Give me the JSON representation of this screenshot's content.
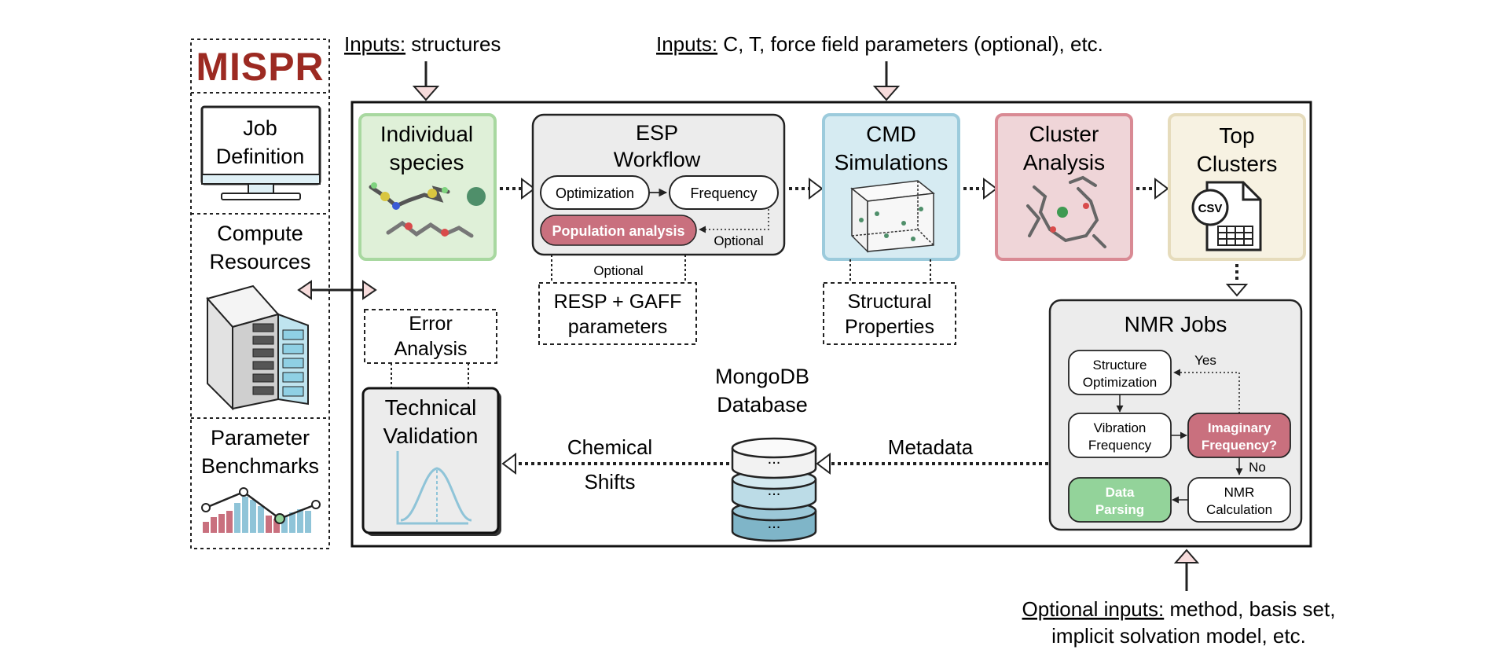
{
  "sidebar": {
    "logo_text": "MISPR",
    "job_definition": [
      "Job",
      "Definition"
    ],
    "compute_resources": [
      "Compute",
      "Resources"
    ],
    "parameter_benchmarks": [
      "Parameter",
      "Benchmarks"
    ]
  },
  "inputs_top_left": {
    "label": "Inputs:",
    "text": " structures"
  },
  "inputs_top_right": {
    "label": "Inputs:",
    "text": " C, T, force field parameters (optional), etc."
  },
  "optional_inputs": {
    "label": "Optional inputs:",
    "text": " method, basis set,",
    "line2": "implicit solvation model, etc."
  },
  "individual_species": [
    "Individual",
    "species"
  ],
  "esp_workflow": {
    "title": [
      "ESP",
      "Workflow"
    ],
    "optimization": "Optimization",
    "frequency": "Frequency",
    "population_analysis": "Population analysis",
    "optional_right": "Optional",
    "optional_below": "Optional"
  },
  "resp_gaff": [
    "RESP + GAFF",
    "parameters"
  ],
  "cmd_simulations": [
    "CMD",
    "Simulations"
  ],
  "structural_properties": [
    "Structural",
    "Properties"
  ],
  "cluster_analysis": [
    "Cluster",
    "Analysis"
  ],
  "top_clusters": {
    "title": [
      "Top",
      "Clusters"
    ],
    "csv": "CSV"
  },
  "error_analysis": [
    "Error",
    "Analysis"
  ],
  "technical_validation": [
    "Technical",
    "Validation"
  ],
  "chemical_shifts": [
    "Chemical",
    "Shifts"
  ],
  "mongodb": {
    "title": [
      "MongoDB",
      "Database"
    ],
    "disk_label": "..."
  },
  "metadata": "Metadata",
  "nmr_jobs": {
    "title": "NMR Jobs",
    "structure_optimization": [
      "Structure",
      "Optimization"
    ],
    "vibration_frequency": [
      "Vibration",
      "Frequency"
    ],
    "imaginary_frequency": [
      "Imaginary",
      "Frequency?"
    ],
    "nmr_calculation": [
      "NMR",
      "Calculation"
    ],
    "data_parsing": [
      "Data",
      "Parsing"
    ],
    "yes": "Yes",
    "no": "No"
  },
  "colors": {
    "green_box": "#dff0d8",
    "green_border": "#a8d8a0",
    "grey_box": "#ececec",
    "blue_box": "#d6ebf2",
    "blue_border": "#9ccbdc",
    "red_box": "#efd5d8",
    "red_border": "#d98a94",
    "cream_box": "#f7f2e2",
    "cream_border": "#e6dcbc",
    "pink_pill": "#c9707e",
    "green_pill": "#93d39a",
    "arrow_fill": "#f7dcdc",
    "logo_red": "#9c2a22"
  }
}
